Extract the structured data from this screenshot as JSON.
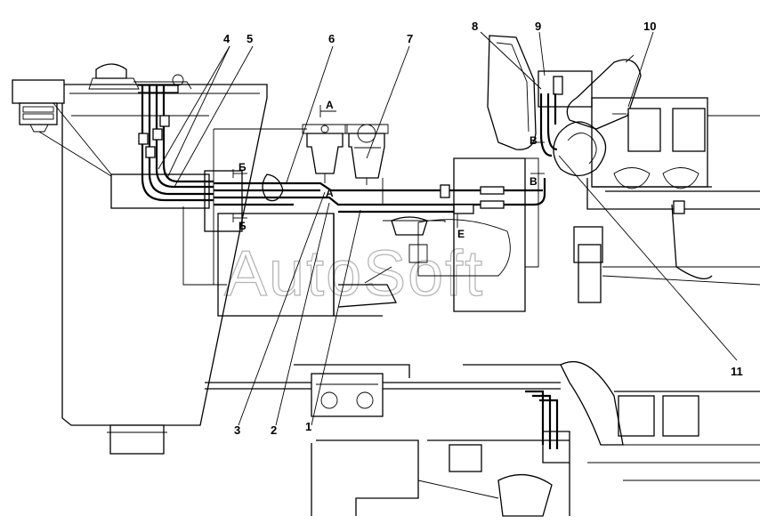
{
  "callouts": [
    {
      "id": "c1",
      "text": "1"
    },
    {
      "id": "c2",
      "text": "2"
    },
    {
      "id": "c3",
      "text": "3"
    },
    {
      "id": "c4",
      "text": "4"
    },
    {
      "id": "c5",
      "text": "5"
    },
    {
      "id": "c6",
      "text": "6"
    },
    {
      "id": "c7",
      "text": "7"
    },
    {
      "id": "c8",
      "text": "8"
    },
    {
      "id": "c9",
      "text": "9"
    },
    {
      "id": "c10",
      "text": "10"
    },
    {
      "id": "c11",
      "text": "11"
    }
  ],
  "sections": {
    "a_top": "А",
    "a_mid": "А",
    "b_top": "Б",
    "b_bottom": "Б",
    "v_top": "В",
    "v_bottom": "В",
    "e": "Е"
  },
  "watermark": "AutoSoft"
}
